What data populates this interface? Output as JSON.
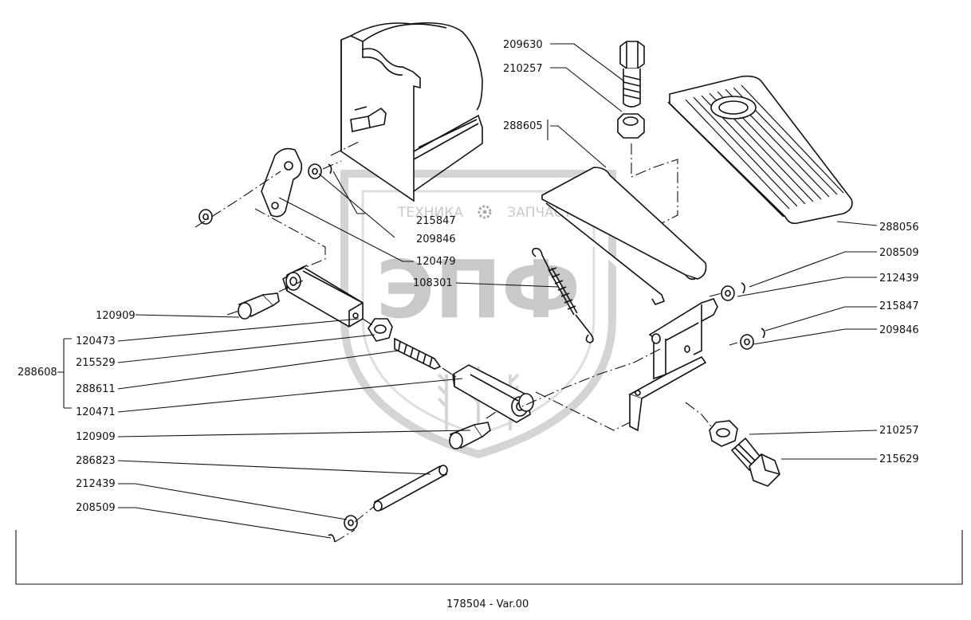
{
  "watermark": {
    "brand": "ЭПФ",
    "caption_left": "ТЕХНИКА",
    "caption_right": "ЗАПЧАСТИ"
  },
  "labels": {
    "p209630": "209630",
    "p210257_top": "210257",
    "p288605": "288605",
    "p288056": "288056",
    "p215847_top": "215847",
    "p209846_top": "209846",
    "p120479": "120479",
    "p108301": "108301",
    "p208509_right": "208509",
    "p212439_right": "212439",
    "p215847_right": "215847",
    "p209846_right": "209846",
    "p120909_top": "120909",
    "p120473": "120473",
    "p288608": "288608",
    "p215529": "215529",
    "p288611": "288611",
    "p120471": "120471",
    "p120909_bottom": "120909",
    "p286823": "286823",
    "p212439_left": "212439",
    "p208509_left": "208509",
    "p210257_bottom": "210257",
    "p215629": "215629",
    "assembly": "178504 - Var.00"
  }
}
